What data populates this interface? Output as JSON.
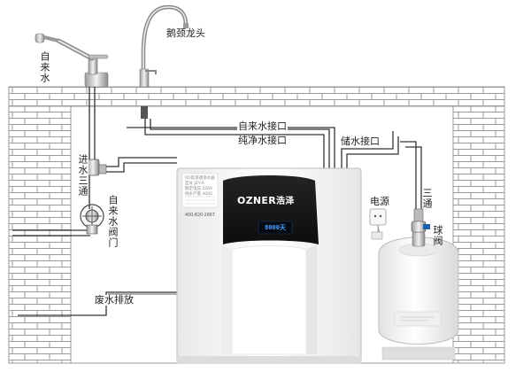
{
  "diagram": {
    "labels": {
      "gooseneck_faucet": "鹅颈龙头",
      "tap_water": "自来水",
      "inlet_tee": "进水三通",
      "tap_water_valve": "自来水阀门",
      "tap_water_port": "自来水接口",
      "pure_water_port": "纯净水接口",
      "storage_port": "储水接口",
      "power": "电源",
      "tee": "三通",
      "ball_valve": "球阀",
      "waste_drain": "废水排放"
    },
    "purifier": {
      "brand_en": "OZNER",
      "brand_cn": "浩泽",
      "display": "8000天",
      "hotline": "400-820-2667",
      "fine_print": [
        "RO反渗透净水器",
        "型号 JZY-A",
        "额定电压 220V",
        "纯水产量 400G"
      ]
    },
    "colors": {
      "pipe": "#333333",
      "brick_line": "#9a9a9a",
      "machine_body": "#fafafa",
      "machine_panel": "#161616",
      "display_text": "#4aa3ff",
      "tank": "#f3f3f3"
    },
    "icons": [
      "tap-faucet-icon",
      "gooseneck-faucet-icon",
      "tee-valve-icon",
      "angle-valve-icon",
      "power-socket-icon",
      "ball-valve-icon"
    ]
  }
}
